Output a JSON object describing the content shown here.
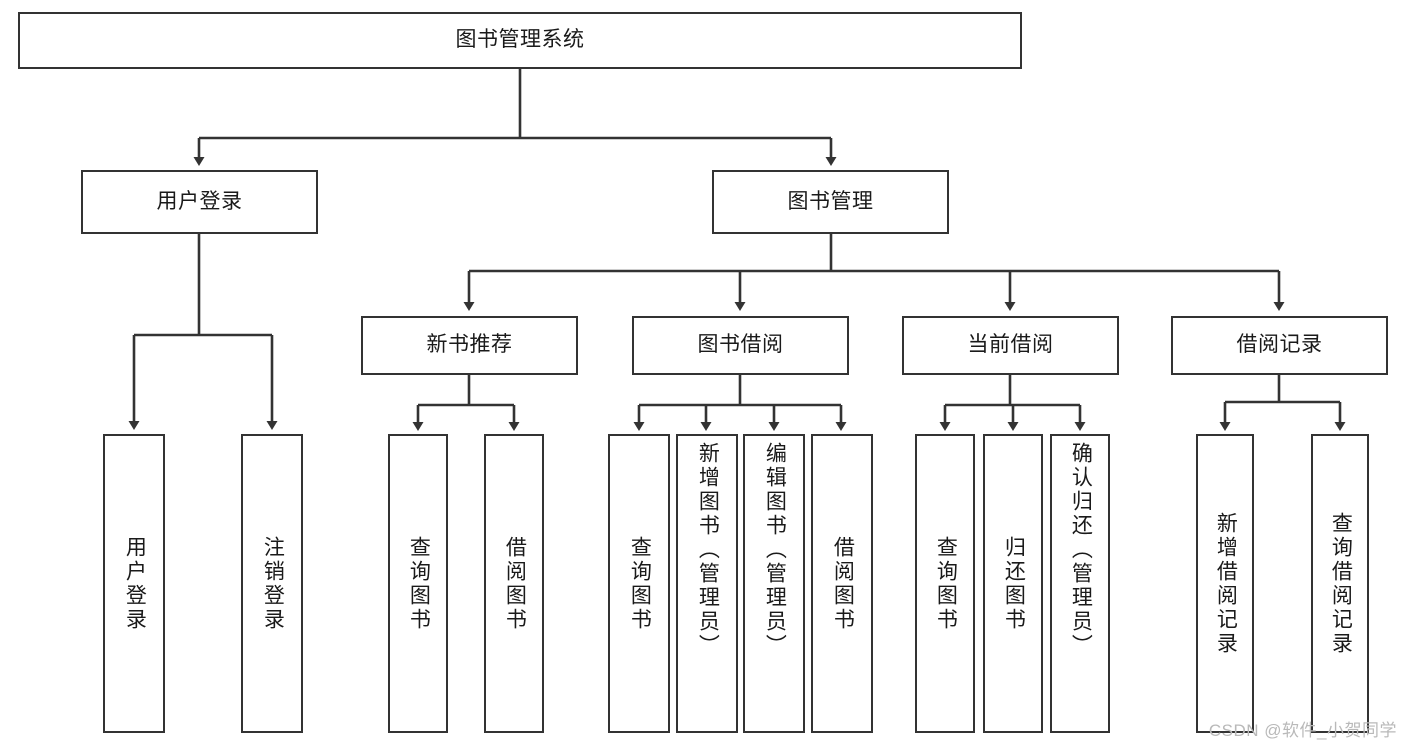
{
  "diagram": {
    "type": "tree",
    "title": "图书管理系统",
    "root": {
      "id": "root",
      "label": "图书管理系统"
    },
    "level2": [
      {
        "id": "user-login",
        "label": "用户登录"
      },
      {
        "id": "book-management",
        "label": "图书管理"
      }
    ],
    "level3": [
      {
        "id": "new-book-recommend",
        "label": "新书推荐",
        "parent": "book-management"
      },
      {
        "id": "book-borrow",
        "label": "图书借阅",
        "parent": "book-management"
      },
      {
        "id": "current-borrow",
        "label": "当前借阅",
        "parent": "book-management"
      },
      {
        "id": "borrow-record",
        "label": "借阅记录",
        "parent": "book-management"
      }
    ],
    "leaves": {
      "user-login": [
        {
          "id": "leaf-user-login",
          "label": "用户登录"
        },
        {
          "id": "leaf-logout-login",
          "label": "注销登录"
        }
      ],
      "new-book-recommend": [
        {
          "id": "leaf-query-book-1",
          "label": "查询图书"
        },
        {
          "id": "leaf-borrow-book-1",
          "label": "借阅图书"
        }
      ],
      "book-borrow": [
        {
          "id": "leaf-query-book-2",
          "label": "查询图书"
        },
        {
          "id": "leaf-add-book",
          "label": "新增图书（管理员）"
        },
        {
          "id": "leaf-edit-book",
          "label": "编辑图书（管理员）"
        },
        {
          "id": "leaf-borrow-book-2",
          "label": "借阅图书"
        }
      ],
      "current-borrow": [
        {
          "id": "leaf-query-book-3",
          "label": "查询图书"
        },
        {
          "id": "leaf-return-book",
          "label": "归还图书"
        },
        {
          "id": "leaf-confirm-return",
          "label": "确认归还（管理员）"
        }
      ],
      "borrow-record": [
        {
          "id": "leaf-add-record",
          "label": "新增借阅记录"
        },
        {
          "id": "leaf-query-record",
          "label": "查询借阅记录"
        }
      ]
    }
  },
  "watermark": {
    "text": "CSDN @软件_小贺同学"
  },
  "colors": {
    "stroke": "#333333",
    "background": "#ffffff",
    "text": "#1a1a1a",
    "watermark": "#b9b9b9"
  }
}
